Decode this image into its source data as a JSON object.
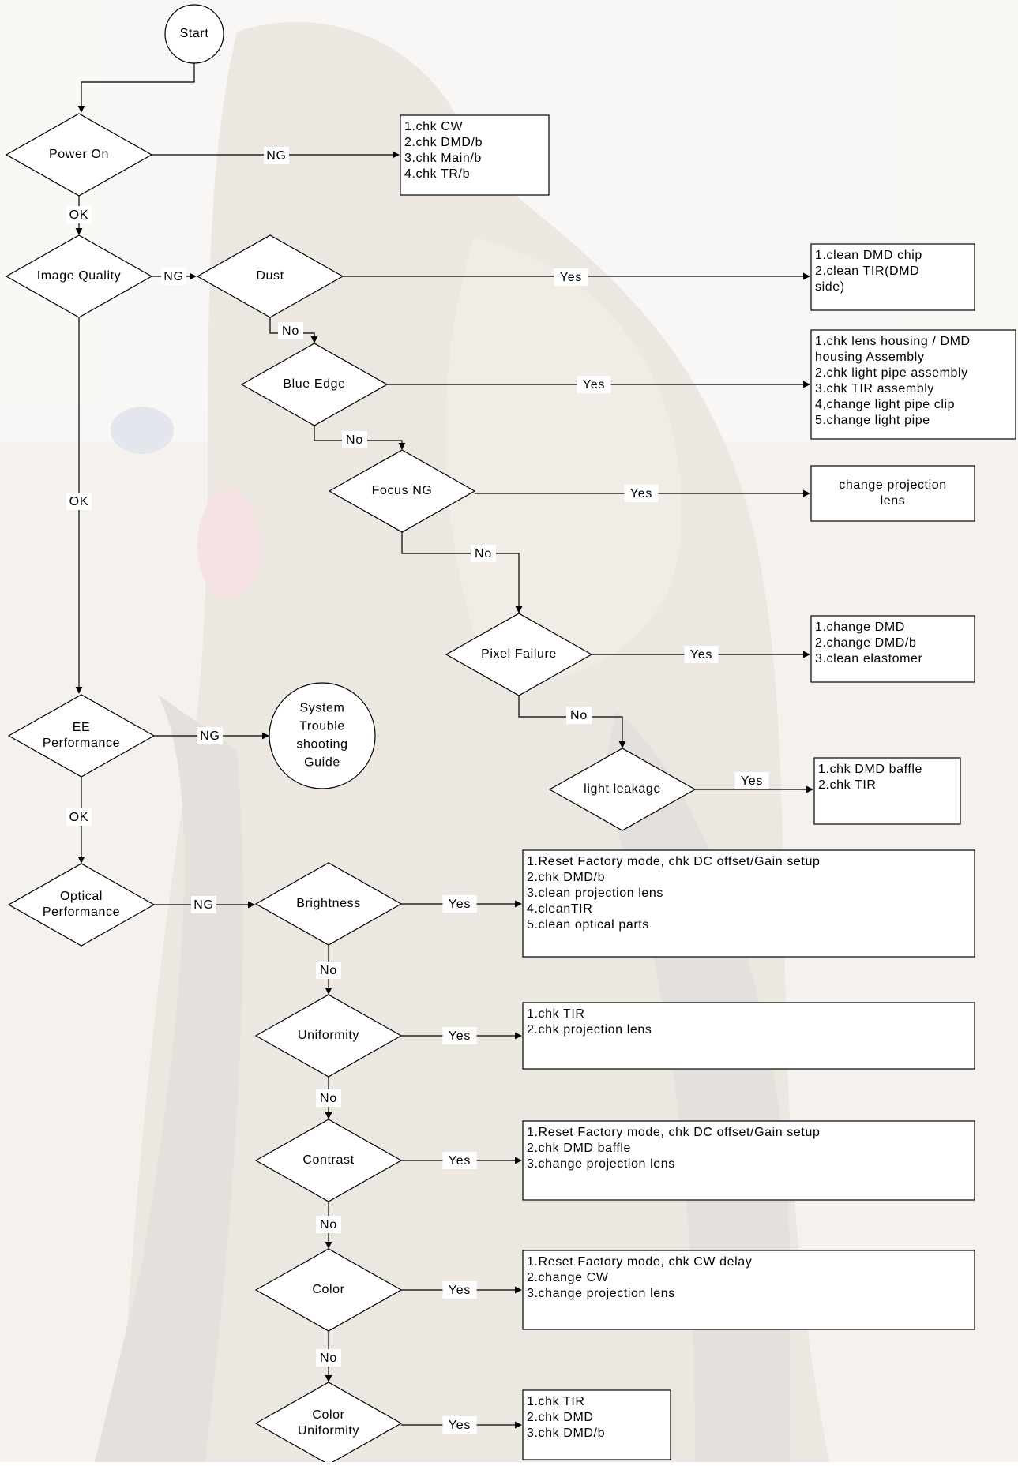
{
  "flowchart": {
    "start": "Start",
    "decisions": {
      "power_on": [
        "Power On"
      ],
      "image_quality": [
        "Image Quality"
      ],
      "dust": [
        "Dust"
      ],
      "blue_edge": [
        "Blue Edge"
      ],
      "focus_ng": [
        "Focus NG"
      ],
      "pixel_failure": [
        "Pixel Failure"
      ],
      "light_leakage": [
        "light leakage"
      ],
      "ee_performance": [
        "EE",
        "Performance"
      ],
      "optical_performance": [
        "Optical",
        "Performance"
      ],
      "brightness": [
        "Brightness"
      ],
      "uniformity": [
        "Uniformity"
      ],
      "contrast": [
        "Contrast"
      ],
      "color": [
        "Color"
      ],
      "color_uniformity": [
        "Color",
        "Uniformity"
      ]
    },
    "guide": [
      "System",
      "Trouble",
      "shooting",
      "Guide"
    ],
    "actions": {
      "power_on": [
        "1.chk CW",
        "2.chk DMD/b",
        "3.chk Main/b",
        "4.chk TR/b"
      ],
      "dust": [
        "1.clean DMD chip",
        "2.clean TIR(DMD",
        "side)"
      ],
      "blue_edge": [
        "1.chk lens housing / DMD",
        "housing Assembly",
        "2.chk light pipe assembly",
        "3.chk TIR assembly",
        "4,change light pipe clip",
        "5.change light pipe"
      ],
      "focus_ng": [
        "change projection",
        "lens"
      ],
      "pixel_failure": [
        "1.change DMD",
        "2.change DMD/b",
        "3.clean elastomer"
      ],
      "light_leakage": [
        "1.chk DMD baffle",
        "2.chk TIR"
      ],
      "brightness": [
        "1.Reset Factory mode, chk DC offset/Gain setup",
        "2.chk DMD/b",
        "3.clean projection lens",
        "4.cleanTIR",
        "5.clean optical parts"
      ],
      "uniformity": [
        "1.chk TIR",
        "2.chk projection lens"
      ],
      "contrast": [
        "1.Reset Factory mode, chk DC offset/Gain setup",
        "2.chk DMD baffle",
        "3.change projection lens"
      ],
      "color": [
        "1.Reset Factory mode, chk CW delay",
        "2.change CW",
        "3.change projection lens"
      ],
      "color_uniformity": [
        "1.chk TIR",
        "2.chk DMD",
        "3.chk DMD/b"
      ]
    },
    "edge_labels": {
      "ok": "OK",
      "ng": "NG",
      "yes": "Yes",
      "no": "No"
    }
  },
  "colors": {
    "line": "#000000",
    "box_fill": "#ffffff",
    "background_light": "#f2eee8",
    "background_mid": "#e3d9cf"
  }
}
